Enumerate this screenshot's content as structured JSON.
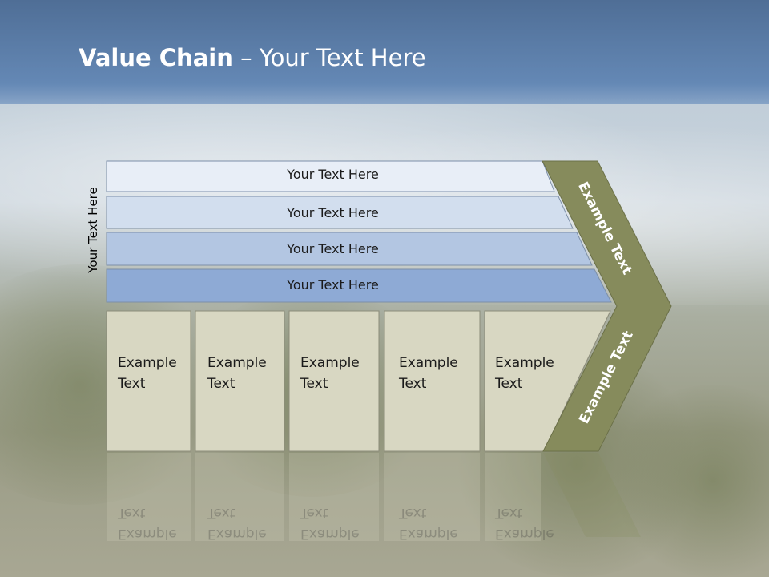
{
  "slide": {
    "title_bold": "Value Chain",
    "title_rest": " – Your Text Here",
    "side_label": "Your Text Here",
    "bars": [
      {
        "label": "Your Text Here",
        "color": "#e8eef7"
      },
      {
        "label": "Your Text Here",
        "color": "#d2deee"
      },
      {
        "label": "Your Text Here",
        "color": "#b3c6e2"
      },
      {
        "label": "Your Text Here",
        "color": "#8eaad5"
      }
    ],
    "boxes": [
      {
        "line1": "Example",
        "line2": "Text"
      },
      {
        "line1": "Example",
        "line2": "Text"
      },
      {
        "line1": "Example",
        "line2": "Text"
      },
      {
        "line1": "Example",
        "line2": "Text"
      },
      {
        "line1": "Example",
        "line2": "Text"
      }
    ],
    "chevron_top": "Example Text",
    "chevron_bottom": "Example Text",
    "colors": {
      "header": "#5b7ba6",
      "box_fill": "#d8d7c2",
      "chevron_fill": "#868b5c"
    }
  }
}
